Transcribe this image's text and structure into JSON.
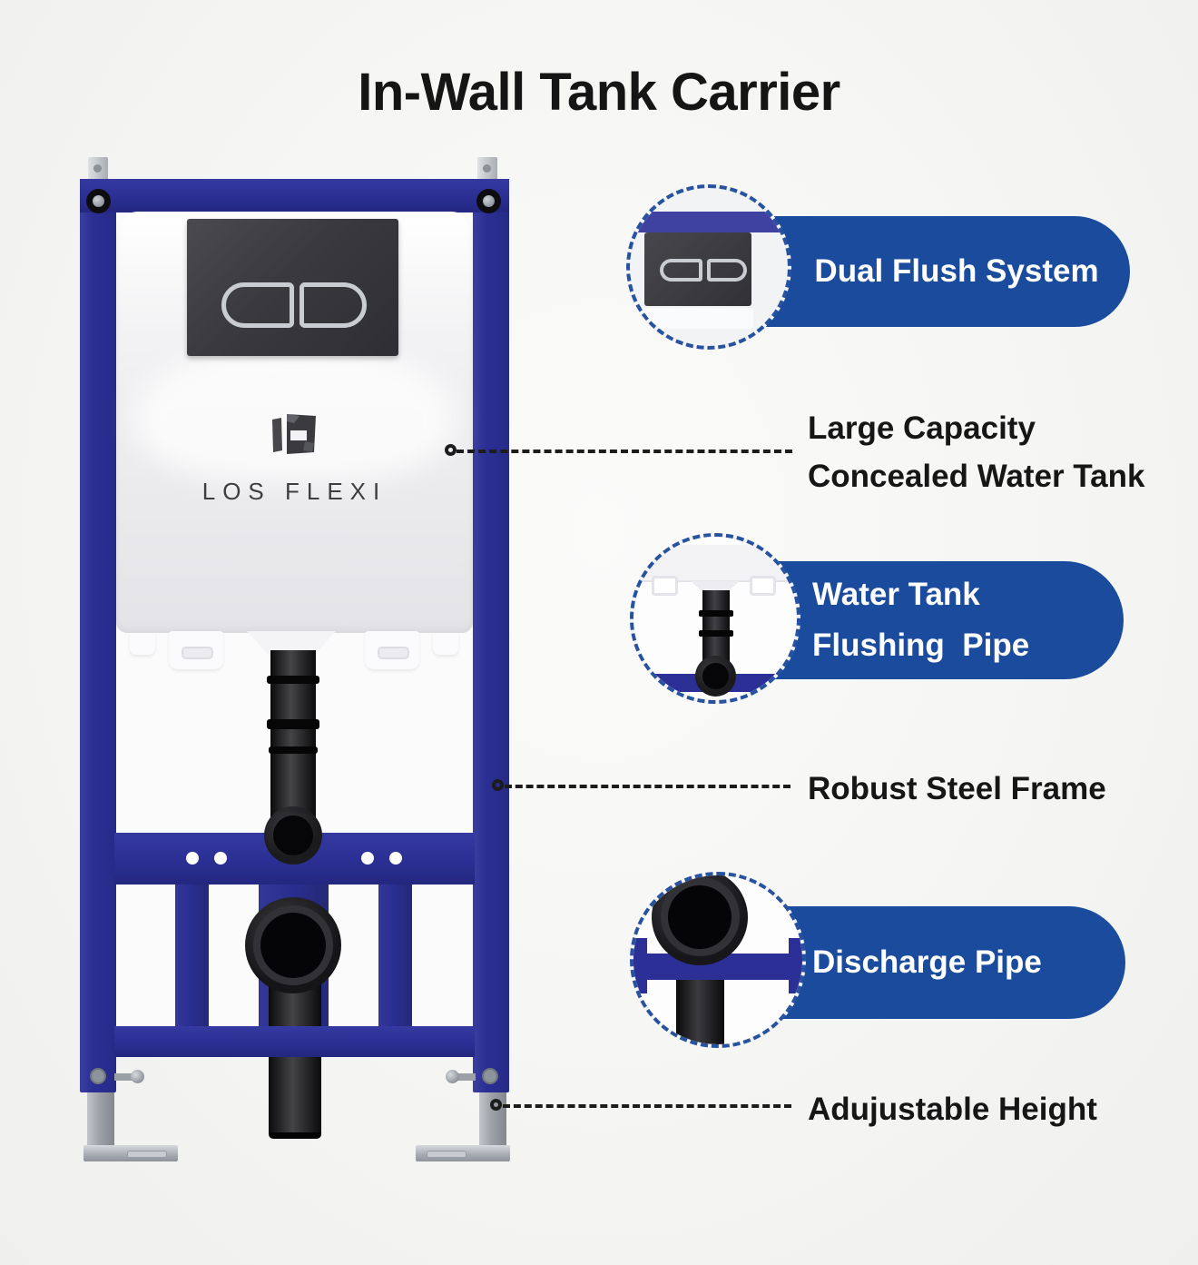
{
  "title": "In-Wall Tank Carrier",
  "brand": {
    "logo_text": "LOS FLEXI"
  },
  "callouts": [
    {
      "id": "dual-flush",
      "label": "Dual Flush System"
    },
    {
      "id": "water-tank-flushing-pipe",
      "label_line1": "Water Tank",
      "label_line2": "Flushing  Pipe"
    },
    {
      "id": "discharge-pipe",
      "label": "Discharge Pipe"
    }
  ],
  "annotations": [
    {
      "id": "water-tank",
      "line1": "Large Capacity",
      "line2": "Concealed Water Tank"
    },
    {
      "id": "steel-frame",
      "text": "Robust Steel Frame"
    },
    {
      "id": "adjustable-height",
      "text": "Adujustable Height"
    }
  ],
  "colors": {
    "frame_blue": "#2b2f93",
    "pill_blue": "#1b4b9c",
    "dashed_circle_blue": "#27529f",
    "flush_plate_gray": "#3a3a3e",
    "pipe_black": "#0b0b0c",
    "annotation_black": "#161616",
    "background": "#f5f5f3"
  }
}
